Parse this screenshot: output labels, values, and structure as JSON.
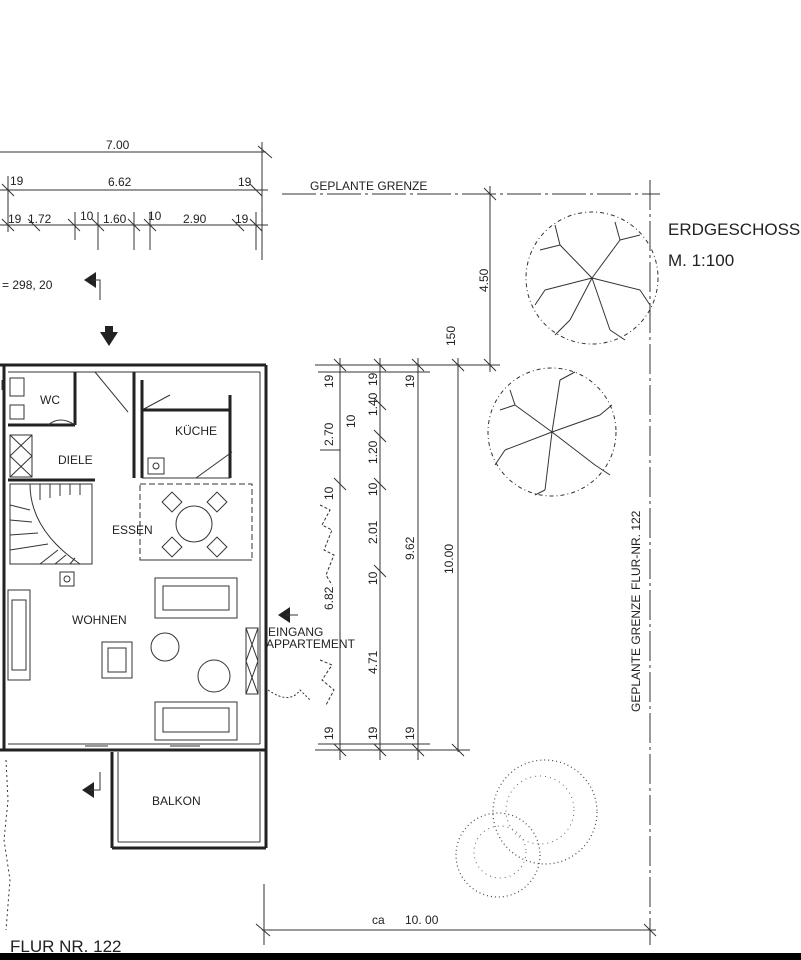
{
  "plan": {
    "title": "ERDGESCHOSS",
    "scale": "M. 1:100",
    "elevation": "= 298, 20",
    "parcel": "FLUR NR. 122",
    "parcel_side": "FLUR-NR. 122",
    "border_top": "GEPLANTE GRENZE",
    "border_side": "GEPLANTE GRENZE",
    "entrance_line1": "EINGANG",
    "entrance_line2": "APPARTEMENT"
  },
  "rooms": {
    "wc": "WC",
    "kueche": "KÜCHE",
    "diele": "DIELE",
    "essen": "ESSEN",
    "wohnen": "WOHNEN",
    "balkon": "BALKON"
  },
  "dims_top": {
    "total": "7.00",
    "inner": "6.62",
    "w19a": "19",
    "w19b": "19",
    "s19a": "19",
    "s172": "1.72",
    "s10a": "10",
    "s160": "1.60",
    "s10b": "10",
    "s290": "2.90",
    "s19b": "19"
  },
  "dims_right": {
    "d450": "4.50",
    "d150": "150",
    "d19a": "19",
    "d270": "2.70",
    "d140": "1.40",
    "d19b": "19",
    "d10a": "10",
    "d120": "1.20",
    "d19c": "19",
    "d10b": "10",
    "d10c": "10",
    "d201": "2.01",
    "d682": "6.82",
    "d962": "9.62",
    "d1000": "10.00",
    "d10d": "10",
    "d471": "4.71",
    "d19d": "19",
    "d19e": "19",
    "d19f": "19"
  },
  "dims_bottom": {
    "ca": "ca",
    "width": "10. 00"
  }
}
